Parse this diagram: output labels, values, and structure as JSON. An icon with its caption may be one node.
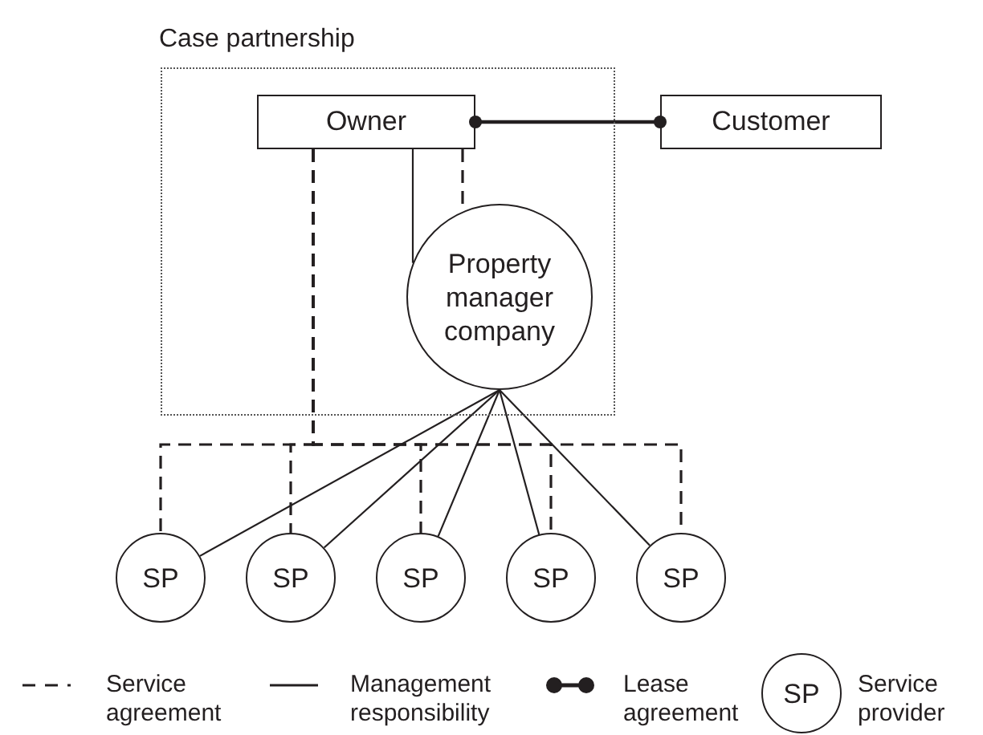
{
  "diagram": {
    "nodes": [
      {
        "text": [
          "Case partnership"
        ]
      },
      {
        "text": [
          "Owner"
        ],
        "in": 0
      },
      {
        "text": [
          "Customer"
        ]
      },
      {
        "text": [
          "Property manager company"
        ],
        "in": 0
      },
      {
        "text": [
          "SP"
        ]
      },
      {
        "text": [
          "SP"
        ]
      },
      {
        "text": [
          "SP"
        ]
      },
      {
        "text": [
          "SP"
        ]
      },
      {
        "text": [
          "SP"
        ]
      }
    ],
    "edges": [
      {
        "from": 1,
        "to": 2,
        "arrow": "other"
      },
      {
        "from": 1,
        "to": 3,
        "arrow": "none"
      },
      {
        "from": 1,
        "to": 3,
        "arrow": "none",
        "style": "dashed"
      },
      {
        "from": 1,
        "to": 4,
        "arrow": "none",
        "style": "dashed"
      },
      {
        "from": 1,
        "to": 5,
        "arrow": "none",
        "style": "dashed"
      },
      {
        "from": 1,
        "to": 6,
        "arrow": "none",
        "style": "dashed"
      },
      {
        "from": 1,
        "to": 7,
        "arrow": "none",
        "style": "dashed"
      },
      {
        "from": 1,
        "to": 8,
        "arrow": "none",
        "style": "dashed"
      },
      {
        "from": 3,
        "to": 4,
        "arrow": "none"
      },
      {
        "from": 3,
        "to": 5,
        "arrow": "none"
      },
      {
        "from": 3,
        "to": 6,
        "arrow": "none"
      },
      {
        "from": 3,
        "to": 7,
        "arrow": "none"
      },
      {
        "from": 3,
        "to": 8,
        "arrow": "none"
      }
    ],
    "labels": [
      "SP"
    ],
    "legend": [
      {
        "text": "Service agreement"
      },
      {
        "text": "Management responsibility"
      },
      {
        "text": "Lease agreement"
      },
      {
        "text": "Service provider"
      }
    ]
  }
}
